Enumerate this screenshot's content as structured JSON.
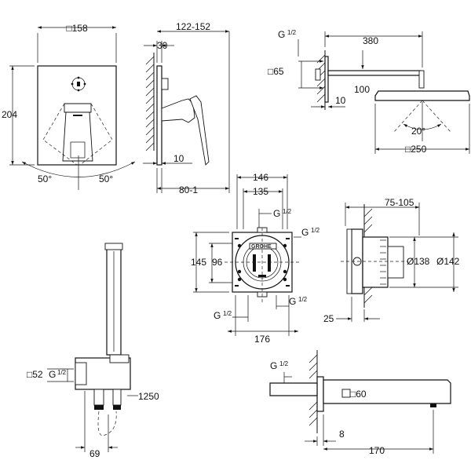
{
  "labels": {
    "mixer_plate_width": "□158",
    "mixer_plate_height": "204",
    "mixer_depth_range": "122-152",
    "plate_thickness": "30",
    "lever_offset": "10",
    "lever_reach": "80-1",
    "angle_left": "50°",
    "angle_right": "50°",
    "shower_g_thread": "G",
    "fraction": "1/2",
    "arm_length": "380",
    "flange_size": "□65",
    "arm_height": "100",
    "arm_wall_offset": "10",
    "spray_angle": "20°",
    "head_size": "□250",
    "box_outer_width": "146",
    "box_inner_width": "135",
    "box_outer_height": "145",
    "box_inner_height": "96",
    "box_base_width": "176",
    "box_depth_range": "75-105",
    "box_dia_inner": "Ø138",
    "box_dia_outer": "Ø142",
    "box_wall_offset": "25",
    "brand_logo": "GROHE",
    "elbow_size": "□52",
    "hose_length": "1250",
    "holder_offset": "69",
    "spout_flange": "□60",
    "spout_wall_offset": "8",
    "spout_length": "170"
  }
}
